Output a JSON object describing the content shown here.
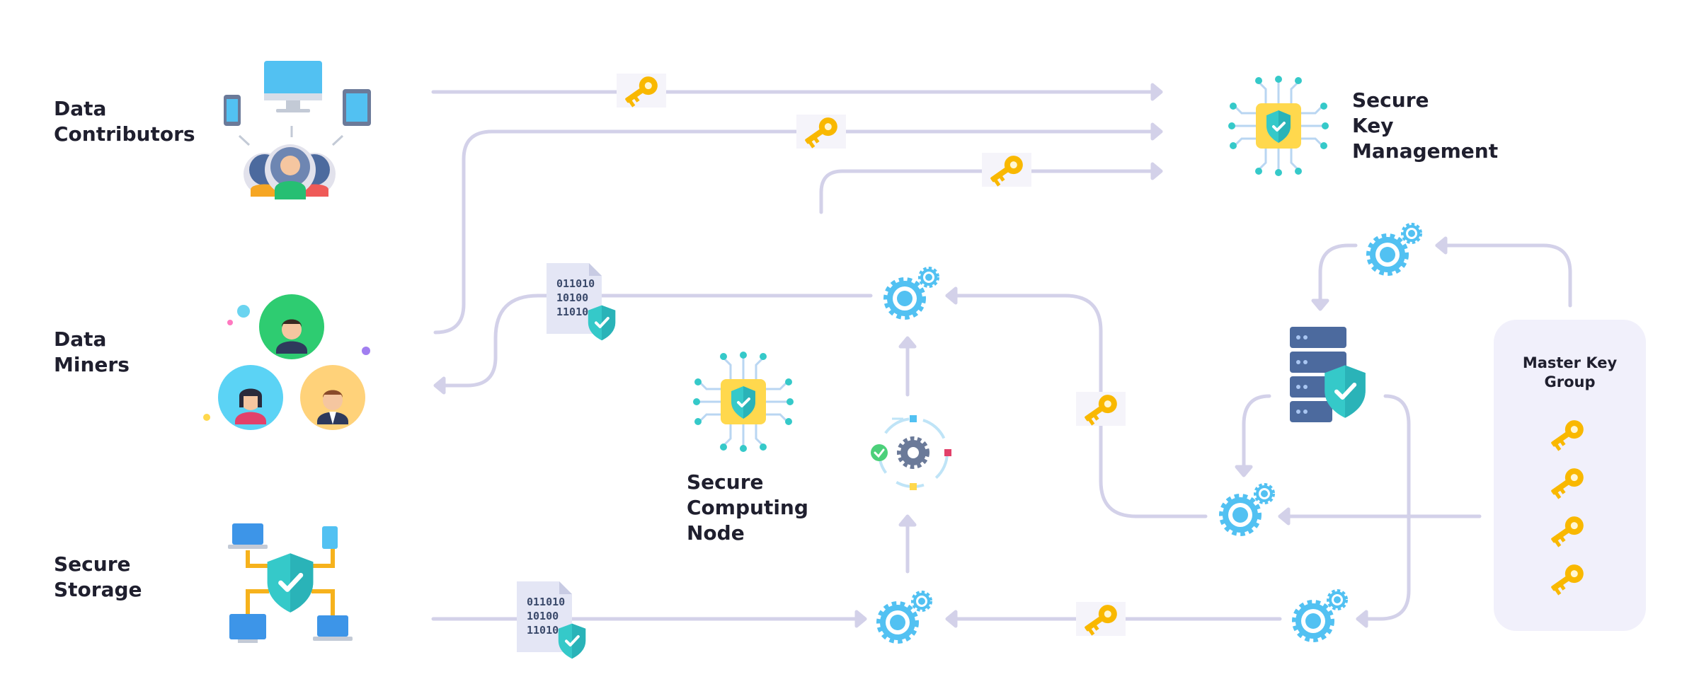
{
  "labels": {
    "data_contributors": "Data\nContributors",
    "data_miners": "Data\nMiners",
    "secure_storage": "Secure\nStorage",
    "secure_key_management": "Secure\nKey\nManagement",
    "secure_computing_node": "Secure\nComputing\nNode",
    "master_key_group": "Master Key\nGroup"
  },
  "document_icon": {
    "binary_lines": [
      "011010",
      "10100",
      "11010"
    ]
  },
  "colors": {
    "arrow": "#d3d1e9",
    "key_gold": "#f9b800",
    "gear_blue": "#52c1f2",
    "shield_teal": "#35c9c9",
    "chip_yellow": "#ffd84d",
    "panel_bg": "#f1f0fb"
  }
}
